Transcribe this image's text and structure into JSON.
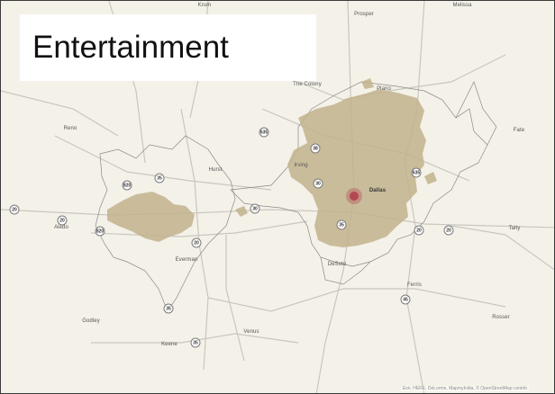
{
  "title": "Entertainment",
  "attribution": "Esri, HERE, DeLorme, MapmyIndia, © OpenStreetMap contrib",
  "colors": {
    "background": "#f4f1e8",
    "coverage": "#c2b38d",
    "hotspot": "#b0404e",
    "road": "#c9c6bf",
    "boundary": "#8a8a8a"
  },
  "places": [
    {
      "id": "krum",
      "label": "Krum"
    },
    {
      "id": "prosper",
      "label": "Prosper"
    },
    {
      "id": "melissa",
      "label": "Melissa"
    },
    {
      "id": "the-colony",
      "label": "The Colony"
    },
    {
      "id": "plano",
      "label": "Plano"
    },
    {
      "id": "reno",
      "label": "Reno"
    },
    {
      "id": "fate",
      "label": "Fate"
    },
    {
      "id": "irving",
      "label": "Irving"
    },
    {
      "id": "hurst",
      "label": "Hurst"
    },
    {
      "id": "dallas",
      "label": "Dallas"
    },
    {
      "id": "aledo",
      "label": "Aledo"
    },
    {
      "id": "talty",
      "label": "Talty"
    },
    {
      "id": "everman",
      "label": "Everman"
    },
    {
      "id": "desoto",
      "label": "DeSoto"
    },
    {
      "id": "ferris",
      "label": "Ferris"
    },
    {
      "id": "rosser",
      "label": "Rosser"
    },
    {
      "id": "godley",
      "label": "Godley"
    },
    {
      "id": "venus",
      "label": "Venus"
    },
    {
      "id": "keene",
      "label": "Keene"
    }
  ],
  "highways": [
    {
      "id": "i635",
      "label": "635"
    },
    {
      "id": "i635-east",
      "label": "635"
    },
    {
      "id": "i35-north",
      "label": "38"
    },
    {
      "id": "i820",
      "label": "820"
    },
    {
      "id": "i35-hurst",
      "label": "35"
    },
    {
      "id": "i30-dallas",
      "label": "30"
    },
    {
      "id": "i30-mid",
      "label": "30"
    },
    {
      "id": "i20-west",
      "label": "20"
    },
    {
      "id": "i20-aledo",
      "label": "20"
    },
    {
      "id": "i820-south",
      "label": "820"
    },
    {
      "id": "i35-dallas",
      "label": "35"
    },
    {
      "id": "i20-east1",
      "label": "20"
    },
    {
      "id": "i20-east2",
      "label": "20"
    },
    {
      "id": "i20-fw",
      "label": "20"
    },
    {
      "id": "i45",
      "label": "45"
    },
    {
      "id": "i35-south",
      "label": "35"
    },
    {
      "id": "i35-keene",
      "label": "35"
    }
  ]
}
